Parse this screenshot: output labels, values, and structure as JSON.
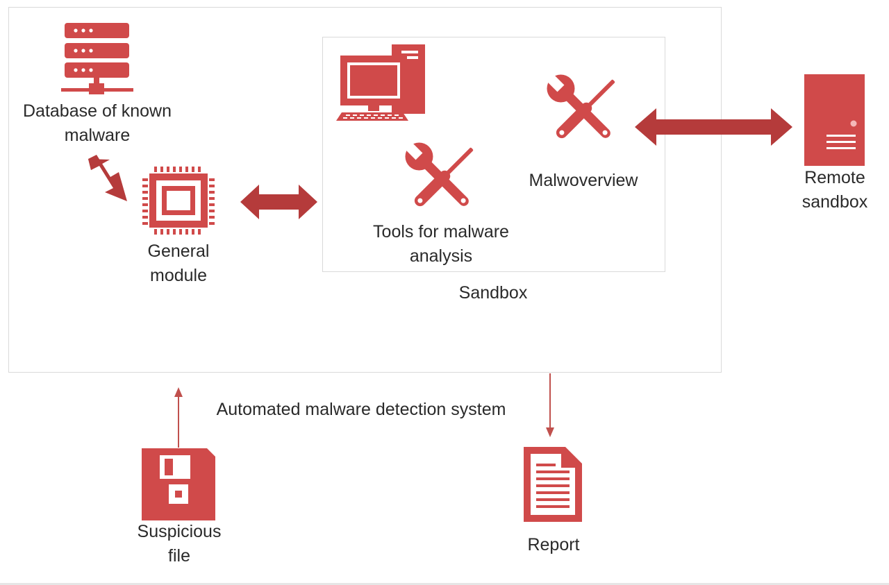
{
  "colors": {
    "accent": "#d04a4a",
    "arrow_dark": "#b53b3b",
    "box_border": "#d9d9d9",
    "text": "#2a2a2a"
  },
  "diagram": {
    "system_label": "Automated malware detection system",
    "sandbox_label": "Sandbox",
    "nodes": {
      "database": {
        "line1": "Database of known",
        "line2": "malware",
        "icon": "database-server-icon"
      },
      "general_module": {
        "line1": "General",
        "line2": "module",
        "icon": "cpu-chip-icon"
      },
      "sandbox_computer": {
        "icon": "desktop-computer-icon"
      },
      "tools": {
        "line1": "Tools for malware",
        "line2": "analysis",
        "icon": "tools-icon"
      },
      "malwoverview": {
        "line1": "Malwoverview",
        "icon": "tools-icon"
      },
      "remote_sandbox": {
        "line1": "Remote",
        "line2": "sandbox",
        "icon": "server-tower-icon"
      },
      "suspicious_file": {
        "line1": "Suspicious",
        "line2": "file",
        "icon": "floppy-disk-icon"
      },
      "report": {
        "line1": "Report",
        "icon": "document-icon"
      }
    }
  }
}
